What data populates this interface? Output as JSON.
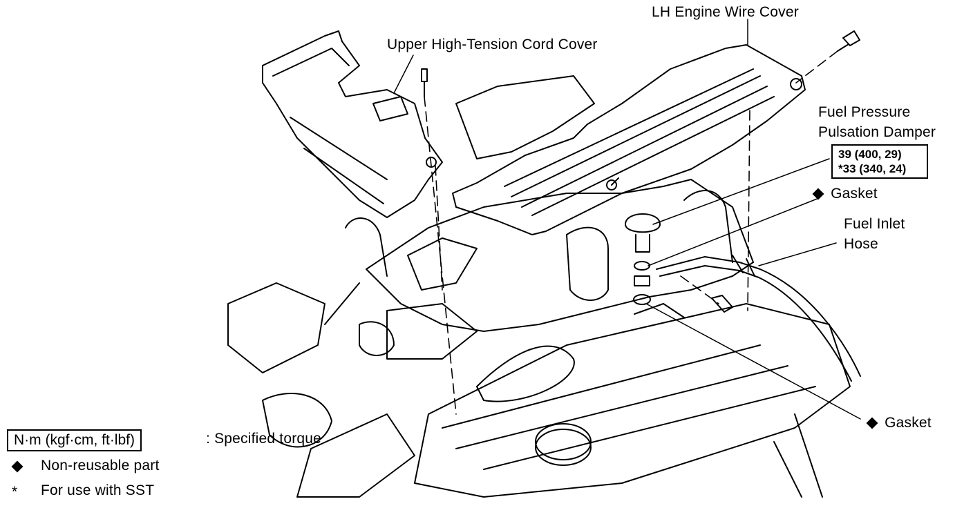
{
  "labels": {
    "lh_engine_wire_cover": "LH Engine Wire Cover",
    "upper_cord_cover": "Upper High-Tension Cord Cover",
    "fuel_pressure_1": "Fuel Pressure",
    "fuel_pressure_2": "Pulsation Damper",
    "gasket_upper": "Gasket",
    "fuel_inlet_1": "Fuel Inlet",
    "fuel_inlet_2": "Hose",
    "gasket_lower": "Gasket"
  },
  "torque": {
    "line1": "39 (400, 29)",
    "line2": "*33 (340, 24)"
  },
  "legend": {
    "unit": "N·m (kgf·cm, ft·lbf)",
    "unit_desc": ":  Specified torque",
    "nonreusable": "Non-reusable part",
    "sst_symbol": "*",
    "sst": "For use with SST"
  },
  "icons": {
    "diamond": "diamond-icon"
  }
}
